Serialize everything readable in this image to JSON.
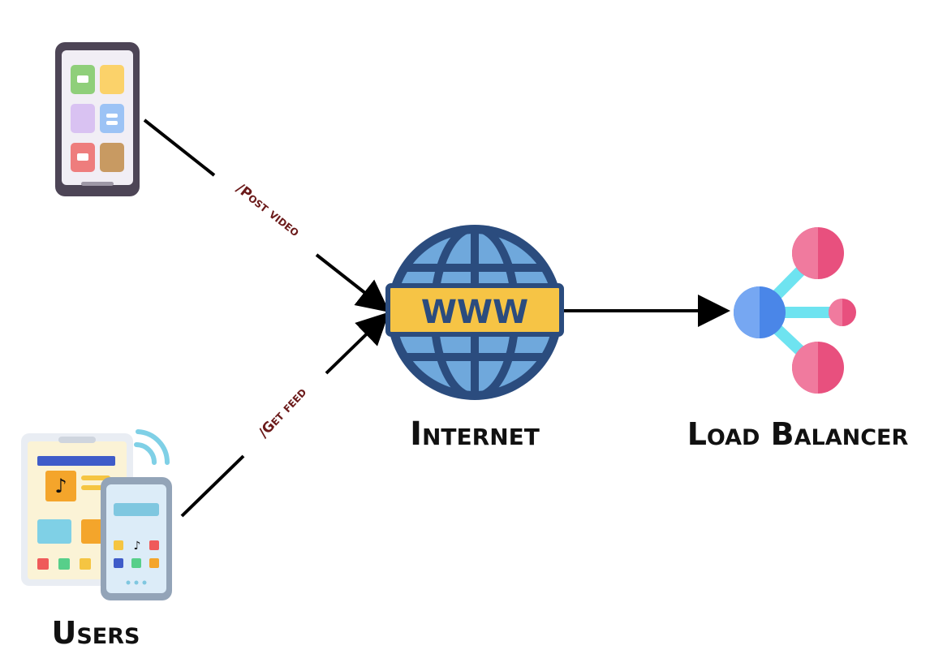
{
  "nodes": {
    "internet": {
      "label": "Internet",
      "banner": "WWW"
    },
    "load_balancer": {
      "label": "Load Balancer"
    },
    "users": {
      "label": "Users"
    }
  },
  "edges": {
    "post_video": {
      "label": "/Post video"
    },
    "get_feed": {
      "label": "/Get feed"
    }
  },
  "colors": {
    "arrow": "#000000",
    "edge_label": "#6b1a1a",
    "globe_dark": "#2b4c7e",
    "globe_light": "#6fa8dc",
    "banner": "#f6c445",
    "lb_blue": "#4a86e8",
    "lb_pink": "#e8507e",
    "lb_cyan": "#6ee3f0"
  },
  "icons": {
    "app_phone": "smartphone-apps-icon",
    "users_devices": "tiktok-devices-icon",
    "globe": "www-globe-icon",
    "load_balancer": "load-balancer-icon"
  }
}
